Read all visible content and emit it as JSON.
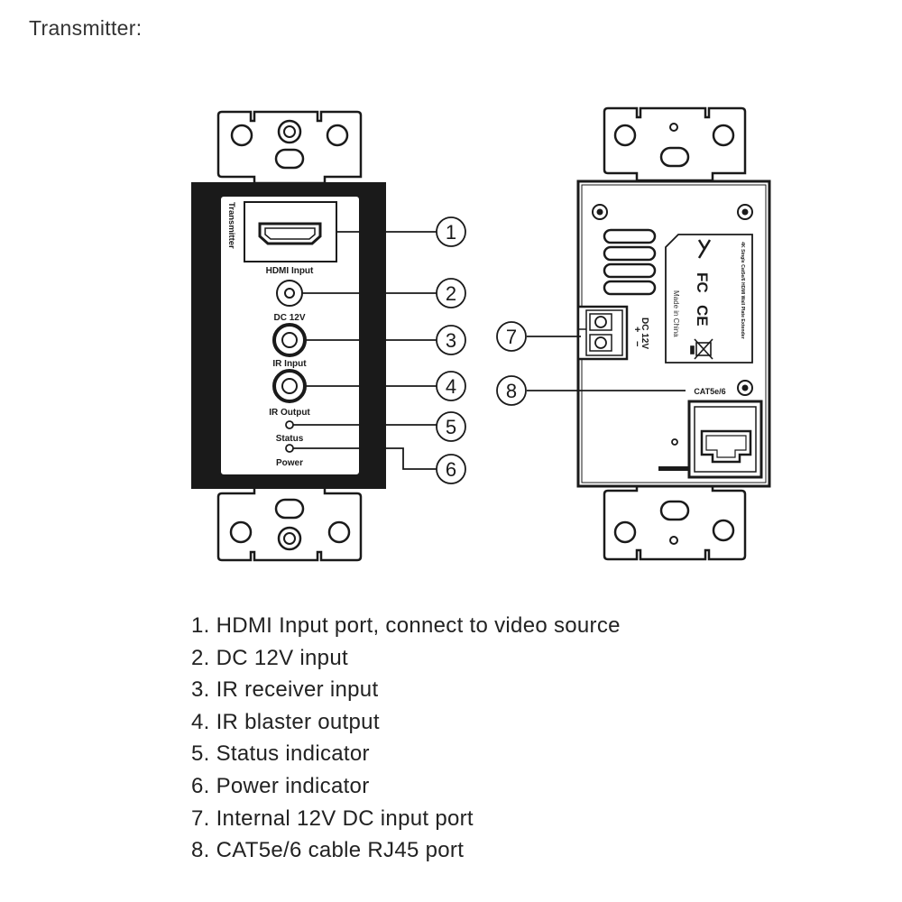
{
  "heading": "Transmitter:",
  "front": {
    "side_label": "Transmitter",
    "port_labels": {
      "hdmi": "HDMI Input",
      "dc": "DC 12V",
      "ir_in": "IR Input",
      "ir_out": "IR Output",
      "status": "Status",
      "power": "Power"
    }
  },
  "back": {
    "terminal_label": "DC 12V",
    "terminal_polarity": [
      "+",
      "−"
    ],
    "rj45_label": "CAT5e/6",
    "label_sticker": {
      "title": "4K Single Cat5e/6 HDMI Wall Plate Extender",
      "made_in": "Made in China",
      "marks": [
        "FC",
        "CE"
      ]
    }
  },
  "callouts": [
    "1",
    "2",
    "3",
    "4",
    "5",
    "6",
    "7",
    "8"
  ],
  "legend": [
    "1. HDMI Input port, connect to video source",
    "2. DC 12V input",
    "3. IR receiver input",
    "4. IR blaster output",
    "5. Status indicator",
    "6. Power indicator",
    "7. Internal 12V DC input port",
    "8. CAT5e/6 cable RJ45 port"
  ]
}
